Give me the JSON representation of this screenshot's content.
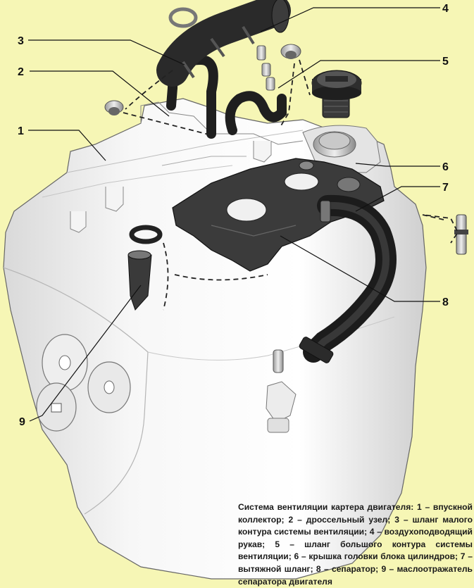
{
  "callouts": [
    "1",
    "2",
    "3",
    "4",
    "5",
    "6",
    "7",
    "8",
    "9"
  ],
  "caption": "Система вентиляции картера двигателя: 1 – впускной коллектор; 2 – дроссельный узел; 3 – шланг малого контура системы вентиляции; 4 – воздухоподводящий рукав; 5 – шланг большого контура системы вентиляции; 6 – крышка головки блока цилиндров; 7 – вытяжной шланг; 8 – сепаратор; 9 – маслоотражатель сепаратора двигателя",
  "colors": {
    "background": "#f6f6b5",
    "engine_body": "#f2f2f2",
    "hose": "#2b2b2b",
    "outline": "#555555"
  }
}
